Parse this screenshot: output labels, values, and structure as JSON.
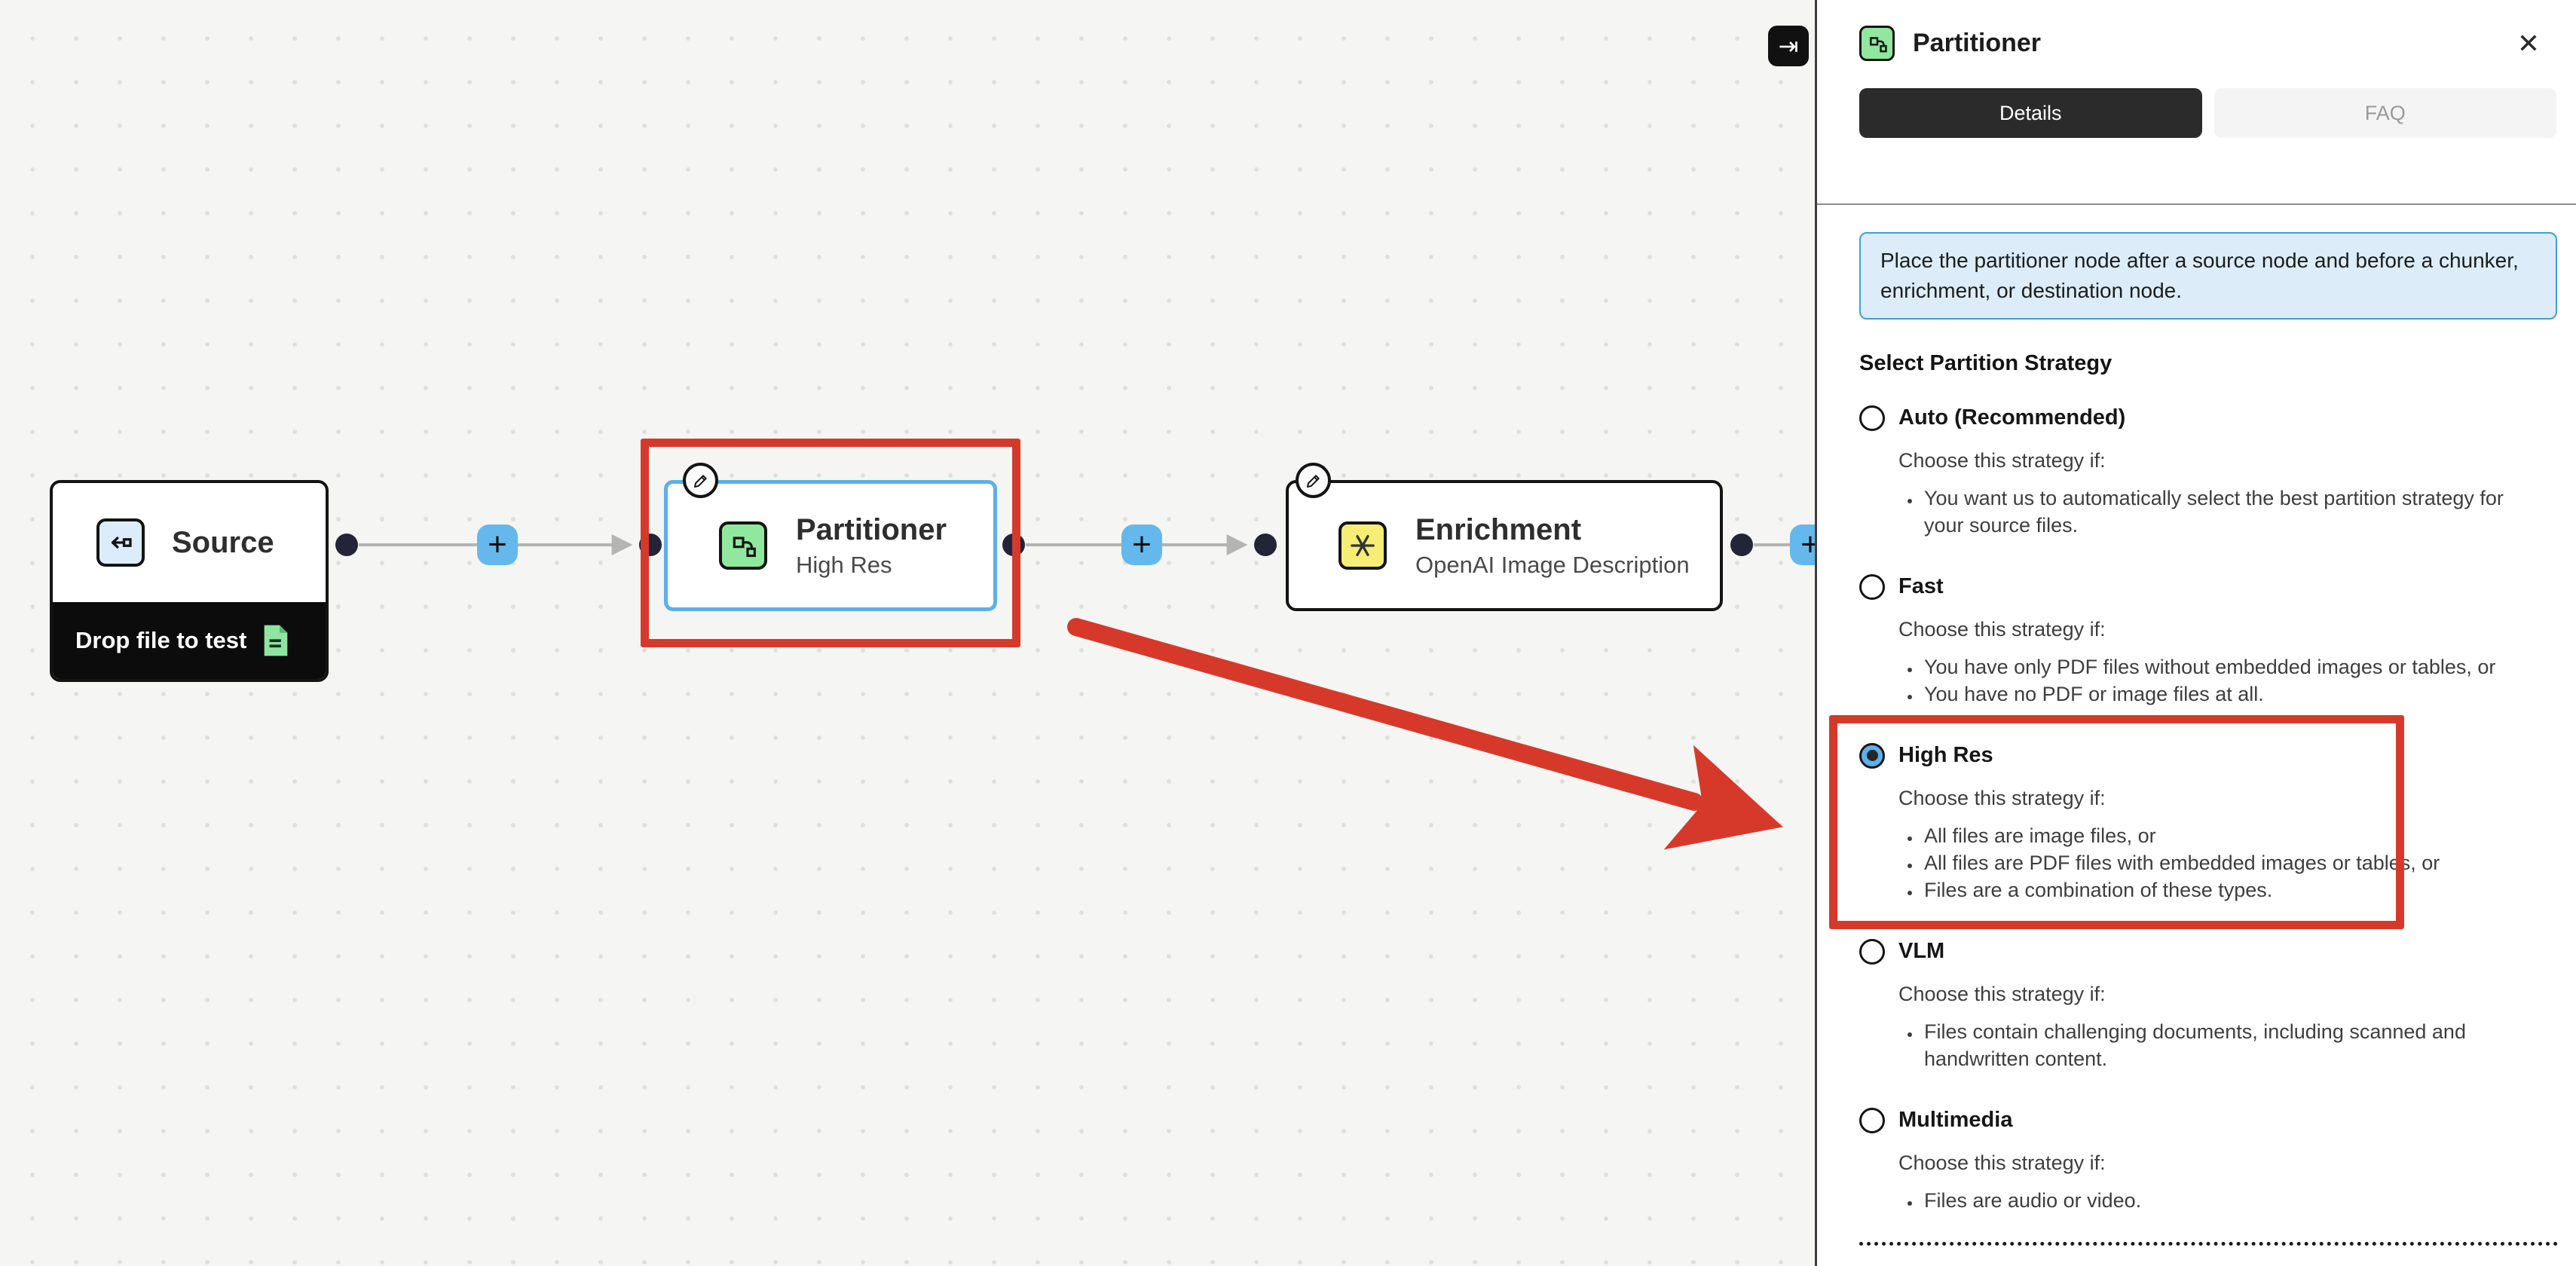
{
  "canvas": {
    "collapse_button_glyph": "⇥",
    "plus_glyph": "+",
    "nodes": {
      "source": {
        "title": "Source",
        "footer_label": "Drop file to test"
      },
      "partitioner": {
        "title": "Partitioner",
        "subtitle": "High Res"
      },
      "enrichment": {
        "title": "Enrichment",
        "subtitle": "OpenAI Image Description"
      }
    }
  },
  "panel": {
    "title": "Partitioner",
    "close_glyph": "✕",
    "tabs": [
      {
        "label": "Details",
        "active": true
      },
      {
        "label": "FAQ",
        "active": false
      }
    ],
    "info_text": "Place the partitioner node after a source node and before a chunker, enrichment, or destination node.",
    "strategy_heading": "Select Partition Strategy",
    "choose_label": "Choose this strategy if:",
    "strategies": [
      {
        "label": "Auto (Recommended)",
        "selected": false,
        "bullets": [
          "You want us to automatically select the best partition strategy for your source files."
        ]
      },
      {
        "label": "Fast",
        "selected": false,
        "bullets": [
          "You have only PDF files without embedded images or tables, or",
          "You have no PDF or image files at all."
        ]
      },
      {
        "label": "High Res",
        "selected": true,
        "bullets": [
          "All files are image files, or",
          "All files are PDF files with embedded images or tables, or",
          "Files are a combination of these types."
        ]
      },
      {
        "label": "VLM",
        "selected": false,
        "bullets": [
          "Files contain challenging documents, including scanned and handwritten content."
        ]
      },
      {
        "label": "Multimedia",
        "selected": false,
        "bullets": [
          "Files are audio or video."
        ]
      }
    ]
  },
  "icons": {
    "panel_header": "partitioner-icon",
    "source": "source-input-icon",
    "partitioner": "partitioner-icon",
    "enrichment": "sparkle-asterisk-icon",
    "source_footer": "document-icon",
    "node_badges": "pencil-edit-icon",
    "collapse": "collapse-panel-right-icon",
    "close": "close-icon"
  },
  "colors": {
    "accent_blue": "#5cb0e9",
    "plus_blue": "#64b8ec",
    "annotation_red": "#d6392a",
    "node_green": "#90e89e",
    "node_yellow": "#f6ee74",
    "node_blue_light": "#dcecfa",
    "info_bg": "#dcedf9",
    "info_border": "#3f9fd9",
    "tab_active_bg": "#2b2b2b",
    "radio_selected": "#5cb1ea",
    "port_dark": "#232438",
    "canvas_bg": "#f5f5f3"
  }
}
